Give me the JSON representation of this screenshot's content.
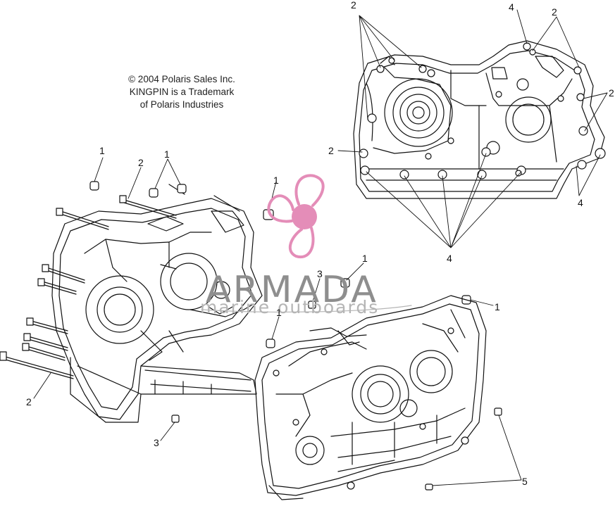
{
  "copyright": {
    "line1": "© 2004 Polaris Sales Inc.",
    "line2": "KINGPIN is a Trademark",
    "line3": "of Polaris Industries"
  },
  "watermark": {
    "word": "ARMADA",
    "subtitle": "marine outboards",
    "color": "#e48db8"
  },
  "callouts": [
    {
      "id": "c-top-2a",
      "label": "2"
    },
    {
      "id": "c-top-4",
      "label": "4"
    },
    {
      "id": "c-top-2b",
      "label": "2"
    },
    {
      "id": "c-right-2",
      "label": "2"
    },
    {
      "id": "c-left-2",
      "label": "2"
    },
    {
      "id": "c-right-4",
      "label": "4"
    },
    {
      "id": "c-bottom-4",
      "label": "4"
    },
    {
      "id": "c-l-1a",
      "label": "1"
    },
    {
      "id": "c-l-2",
      "label": "2"
    },
    {
      "id": "c-l-1b",
      "label": "1"
    },
    {
      "id": "c-m-1",
      "label": "1"
    },
    {
      "id": "c-c-1",
      "label": "1"
    },
    {
      "id": "c-c-3",
      "label": "3"
    },
    {
      "id": "c-c-1b",
      "label": "1"
    },
    {
      "id": "c-r-1",
      "label": "1"
    },
    {
      "id": "c-bl-2",
      "label": "2"
    },
    {
      "id": "c-bl-3",
      "label": "3"
    },
    {
      "id": "c-br-5",
      "label": "5"
    }
  ]
}
